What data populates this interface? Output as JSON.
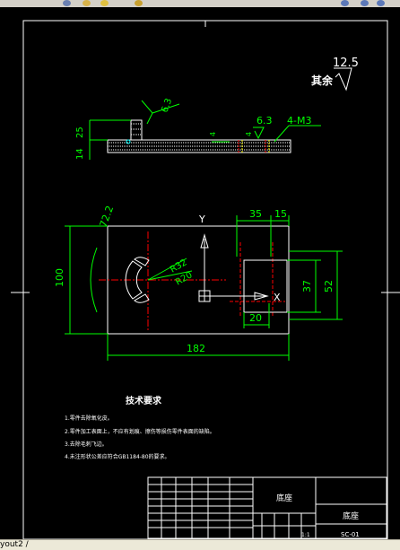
{
  "canvas": {
    "background": "#000000",
    "line_color": "#ffffff",
    "dim_color": "#00ff00",
    "center_color": "#ff0000",
    "hidden_color": "#ffff00"
  },
  "toolbar": {
    "icons": [
      "layer-state-icon",
      "layer-lock-icon",
      "layer-color-icon",
      "match-prop-icon",
      "layer-prev-icon",
      "plot-icon"
    ]
  },
  "drawing": {
    "roughness_note": {
      "value": "12.5",
      "label": "其余"
    },
    "side_view": {
      "weld_finish": "6.3",
      "surface_finish": "6.3",
      "thread_note": "4-M3",
      "dim_height_top": "25",
      "dim_height_bottom": "14",
      "dim_small_a": "4",
      "dim_small_b": "4"
    },
    "front_view": {
      "axis_y": "Y",
      "axis_x": "X",
      "dim_angle": "72.2",
      "dim_height": "100",
      "dim_r_outer": "R32",
      "dim_r_inner": "R20",
      "dim_top_left": "35",
      "dim_top_right": "15",
      "dim_slot_width": "20",
      "dim_slot_height": "37",
      "dim_right_height": "52",
      "dim_length": "182"
    },
    "requirements": {
      "title": "技术要求",
      "items": [
        "1.零件去除氧化皮。",
        "2.零件加工表面上，不应有划痕、擦伤等损伤零件表面的缺陷。",
        "3.去除毛刺飞边。",
        "4.未注形状公差应符合GB1184-80的要求。"
      ]
    },
    "title_block": {
      "name_label": "底座",
      "company_label": "底座",
      "code_label": "SC-01",
      "scale_label": "1:1"
    }
  },
  "statusbar": {
    "layout_tab": "yout2 /"
  }
}
